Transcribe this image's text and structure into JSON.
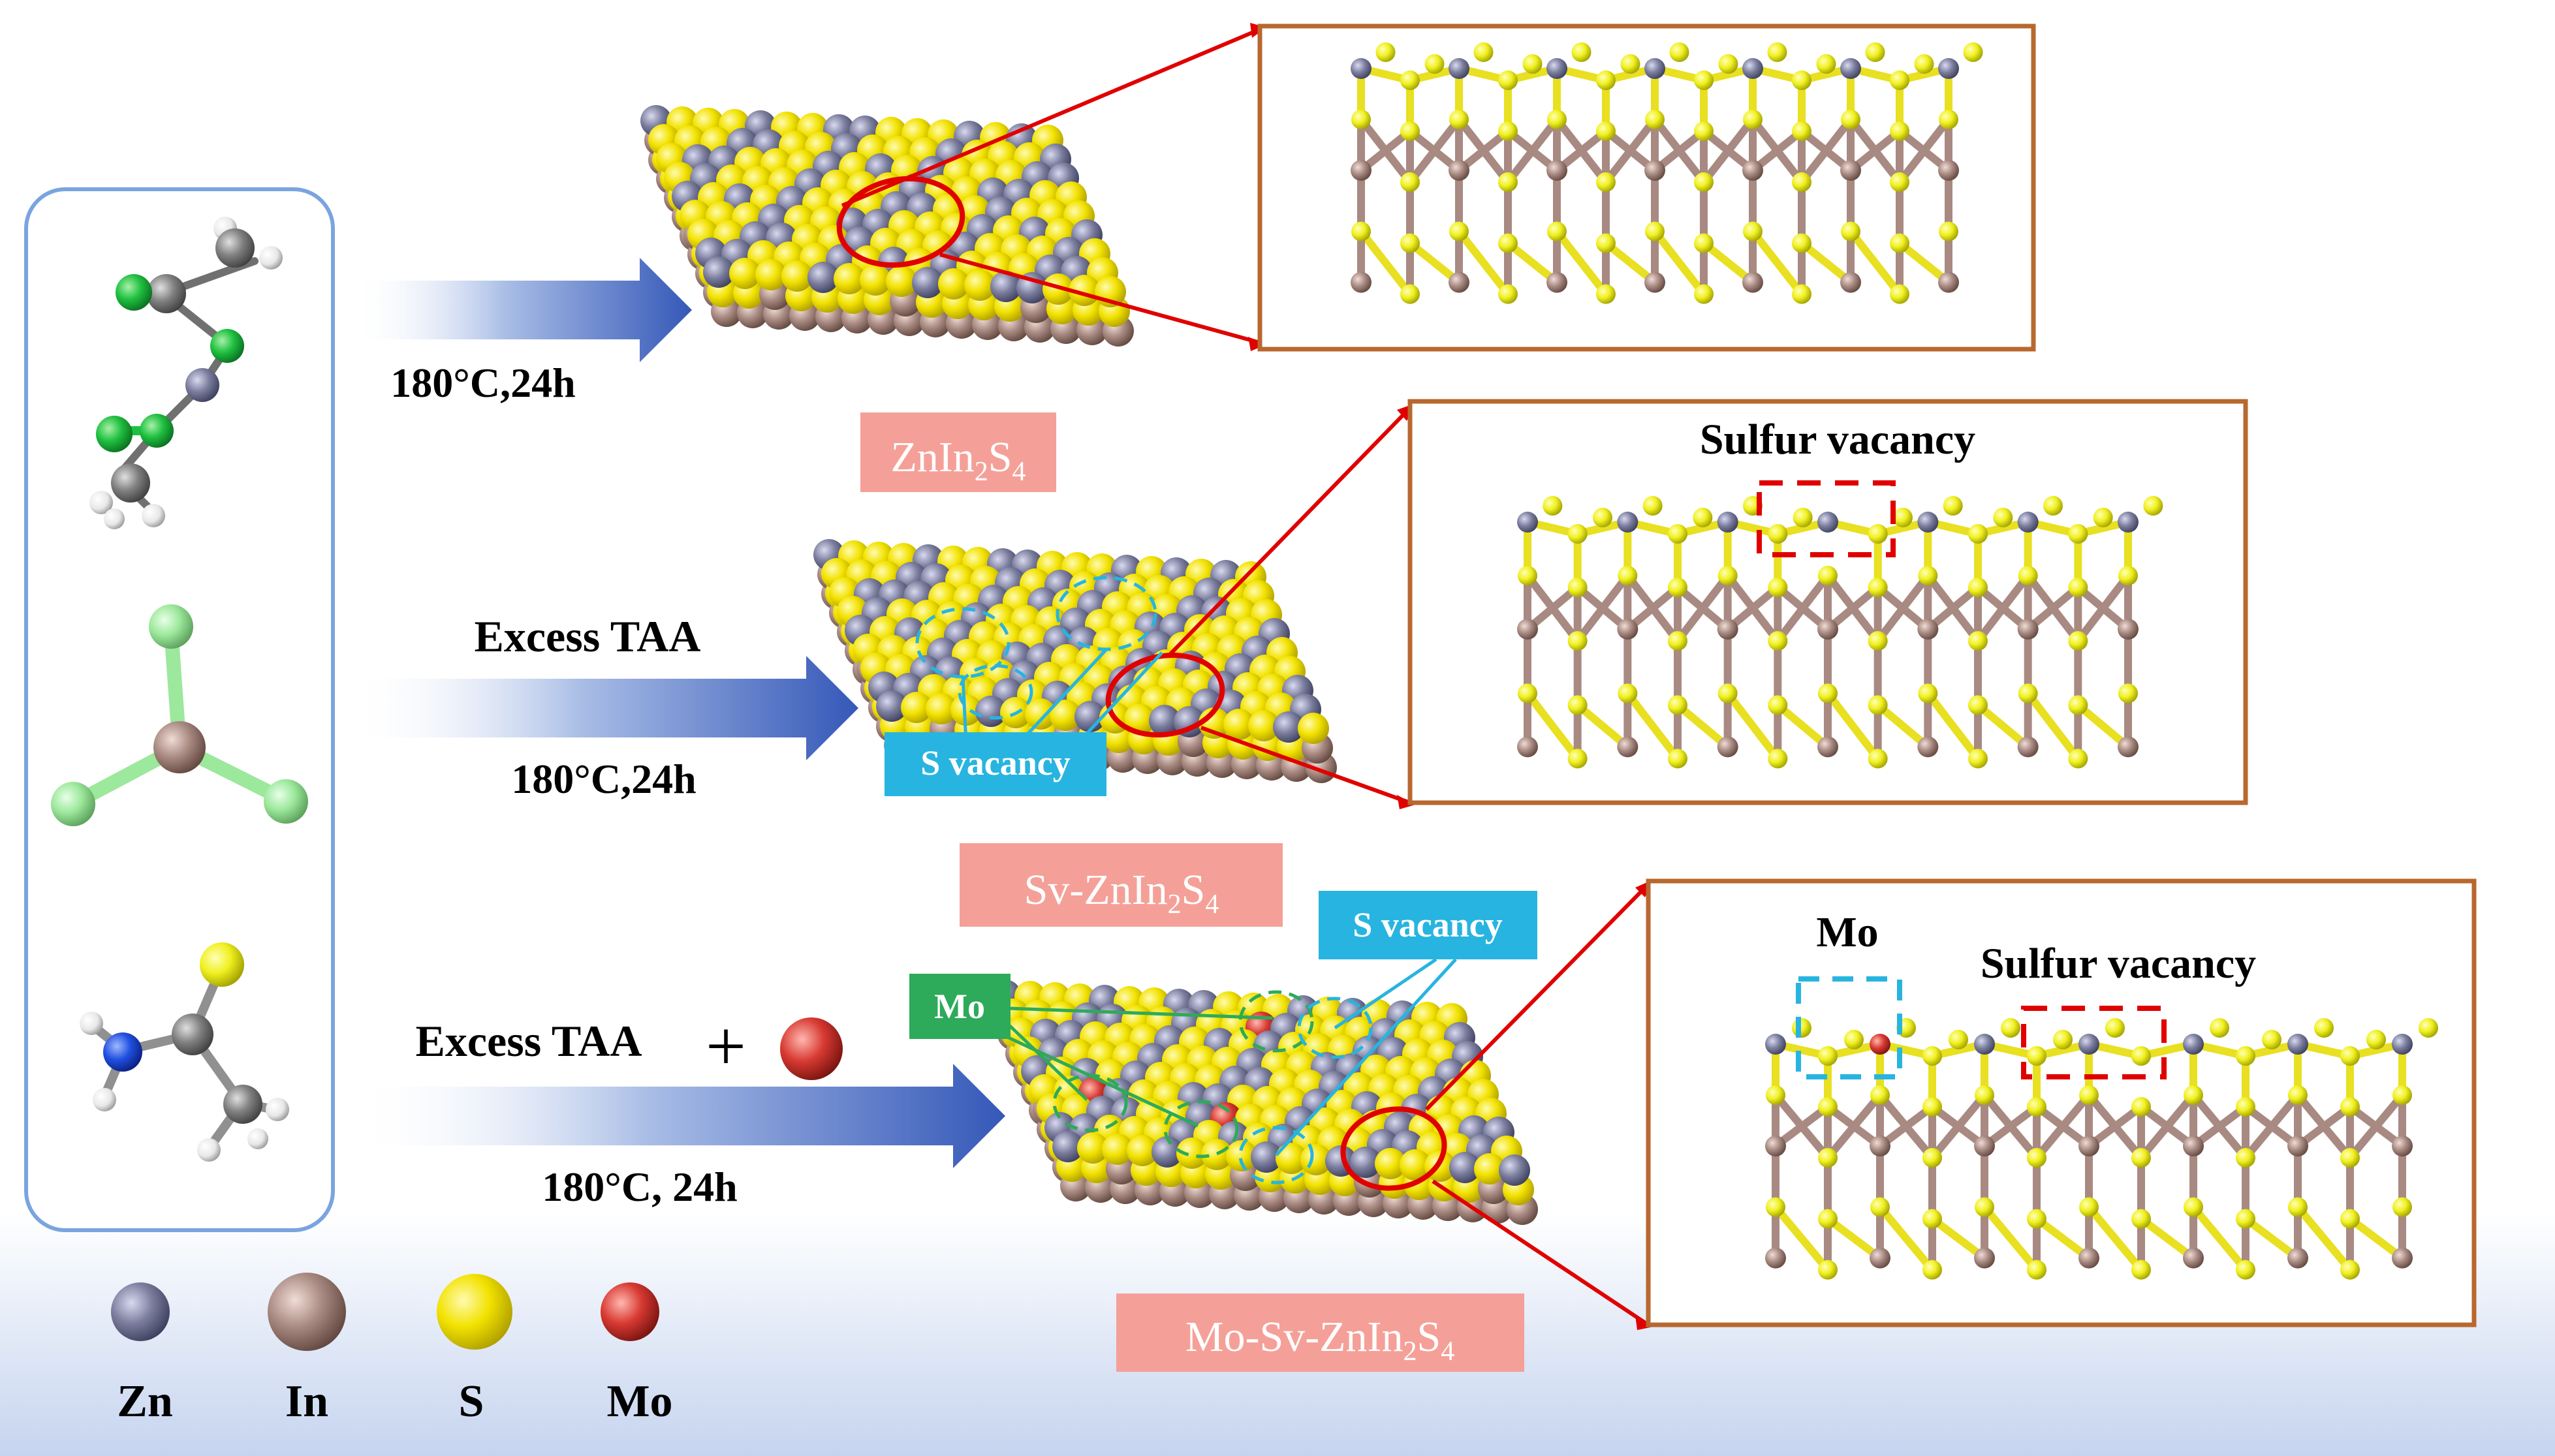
{
  "colors": {
    "zn": "#7c7e9e",
    "in": "#a88a82",
    "s": "#f0e000",
    "mo": "#d83a32",
    "frame": "#b8682e",
    "arrow": "#3558b8",
    "highlight_red": "#e00000",
    "vacancy_box": "#28b4e0",
    "mo_label": "#2daa5a",
    "product_label": "#f4a098",
    "panel_border": "#7aa4e0"
  },
  "reaction_rows": [
    {
      "condition_top": "",
      "condition_bottom": "180°C,24h",
      "product": {
        "prefix": "ZnIn",
        "sub1": "2",
        "mid": "S",
        "sub2": "4"
      },
      "detail_title": ""
    },
    {
      "condition_top": "Excess TAA",
      "condition_bottom": "180°C,24h",
      "badge": "S vacancy",
      "product": {
        "prefix": "Sv-ZnIn",
        "sub1": "2",
        "mid": "S",
        "sub2": "4"
      },
      "detail_title": "Sulfur vacancy"
    },
    {
      "condition_top": "Excess TAA",
      "plus": "+",
      "condition_bottom": "180°C, 24h",
      "badge_mo": "Mo",
      "badge": "S vacancy",
      "product": {
        "prefix": "Mo-Sv-ZnIn",
        "sub1": "2",
        "mid": "S",
        "sub2": "4"
      },
      "detail_title": "Sulfur vacancy",
      "detail_mo": "Mo"
    }
  ],
  "legend": [
    {
      "label": "Zn",
      "color": "#7c7e9e"
    },
    {
      "label": "In",
      "color": "#a88a82"
    },
    {
      "label": "S",
      "color": "#f0e000"
    },
    {
      "label": "Mo",
      "color": "#d83a32"
    }
  ],
  "precursors": [
    "zinc-acetate-molecule",
    "indium-chloride-molecule",
    "thioacetamide-molecule"
  ]
}
